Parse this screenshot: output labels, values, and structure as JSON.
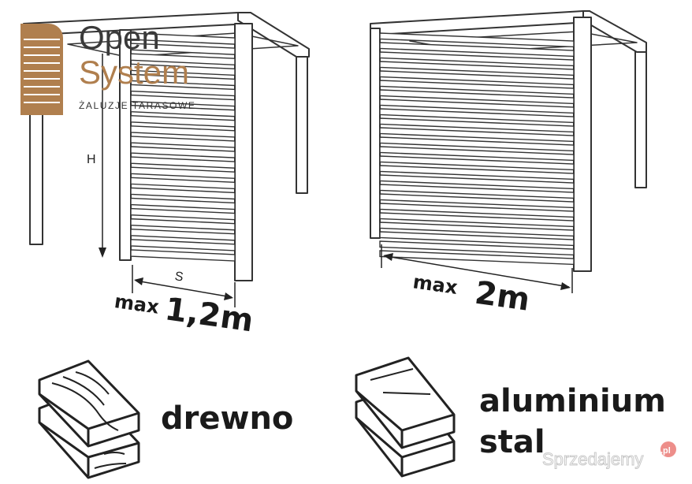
{
  "logo": {
    "word1": "Open",
    "word2": "System",
    "tagline": "ŻALUZJE TARASOWE",
    "color_dark": "#3a3a3a",
    "color_brand": "#b07f4e"
  },
  "left_frame": {
    "height_label": "H",
    "width_label": "S",
    "max_prefix": "max",
    "max_value": "1,2m"
  },
  "right_frame": {
    "max_prefix": "max",
    "max_value": "2m"
  },
  "materials": {
    "wood": {
      "label": "drewno",
      "icon": "wood-planks-icon"
    },
    "metal": {
      "label_line1": "aluminium",
      "label_line2": "stal",
      "icon": "metal-planks-icon"
    }
  },
  "watermark": {
    "text": "Sprzedajemy",
    "badge": ".pl",
    "badge_color": "#e0332b"
  }
}
